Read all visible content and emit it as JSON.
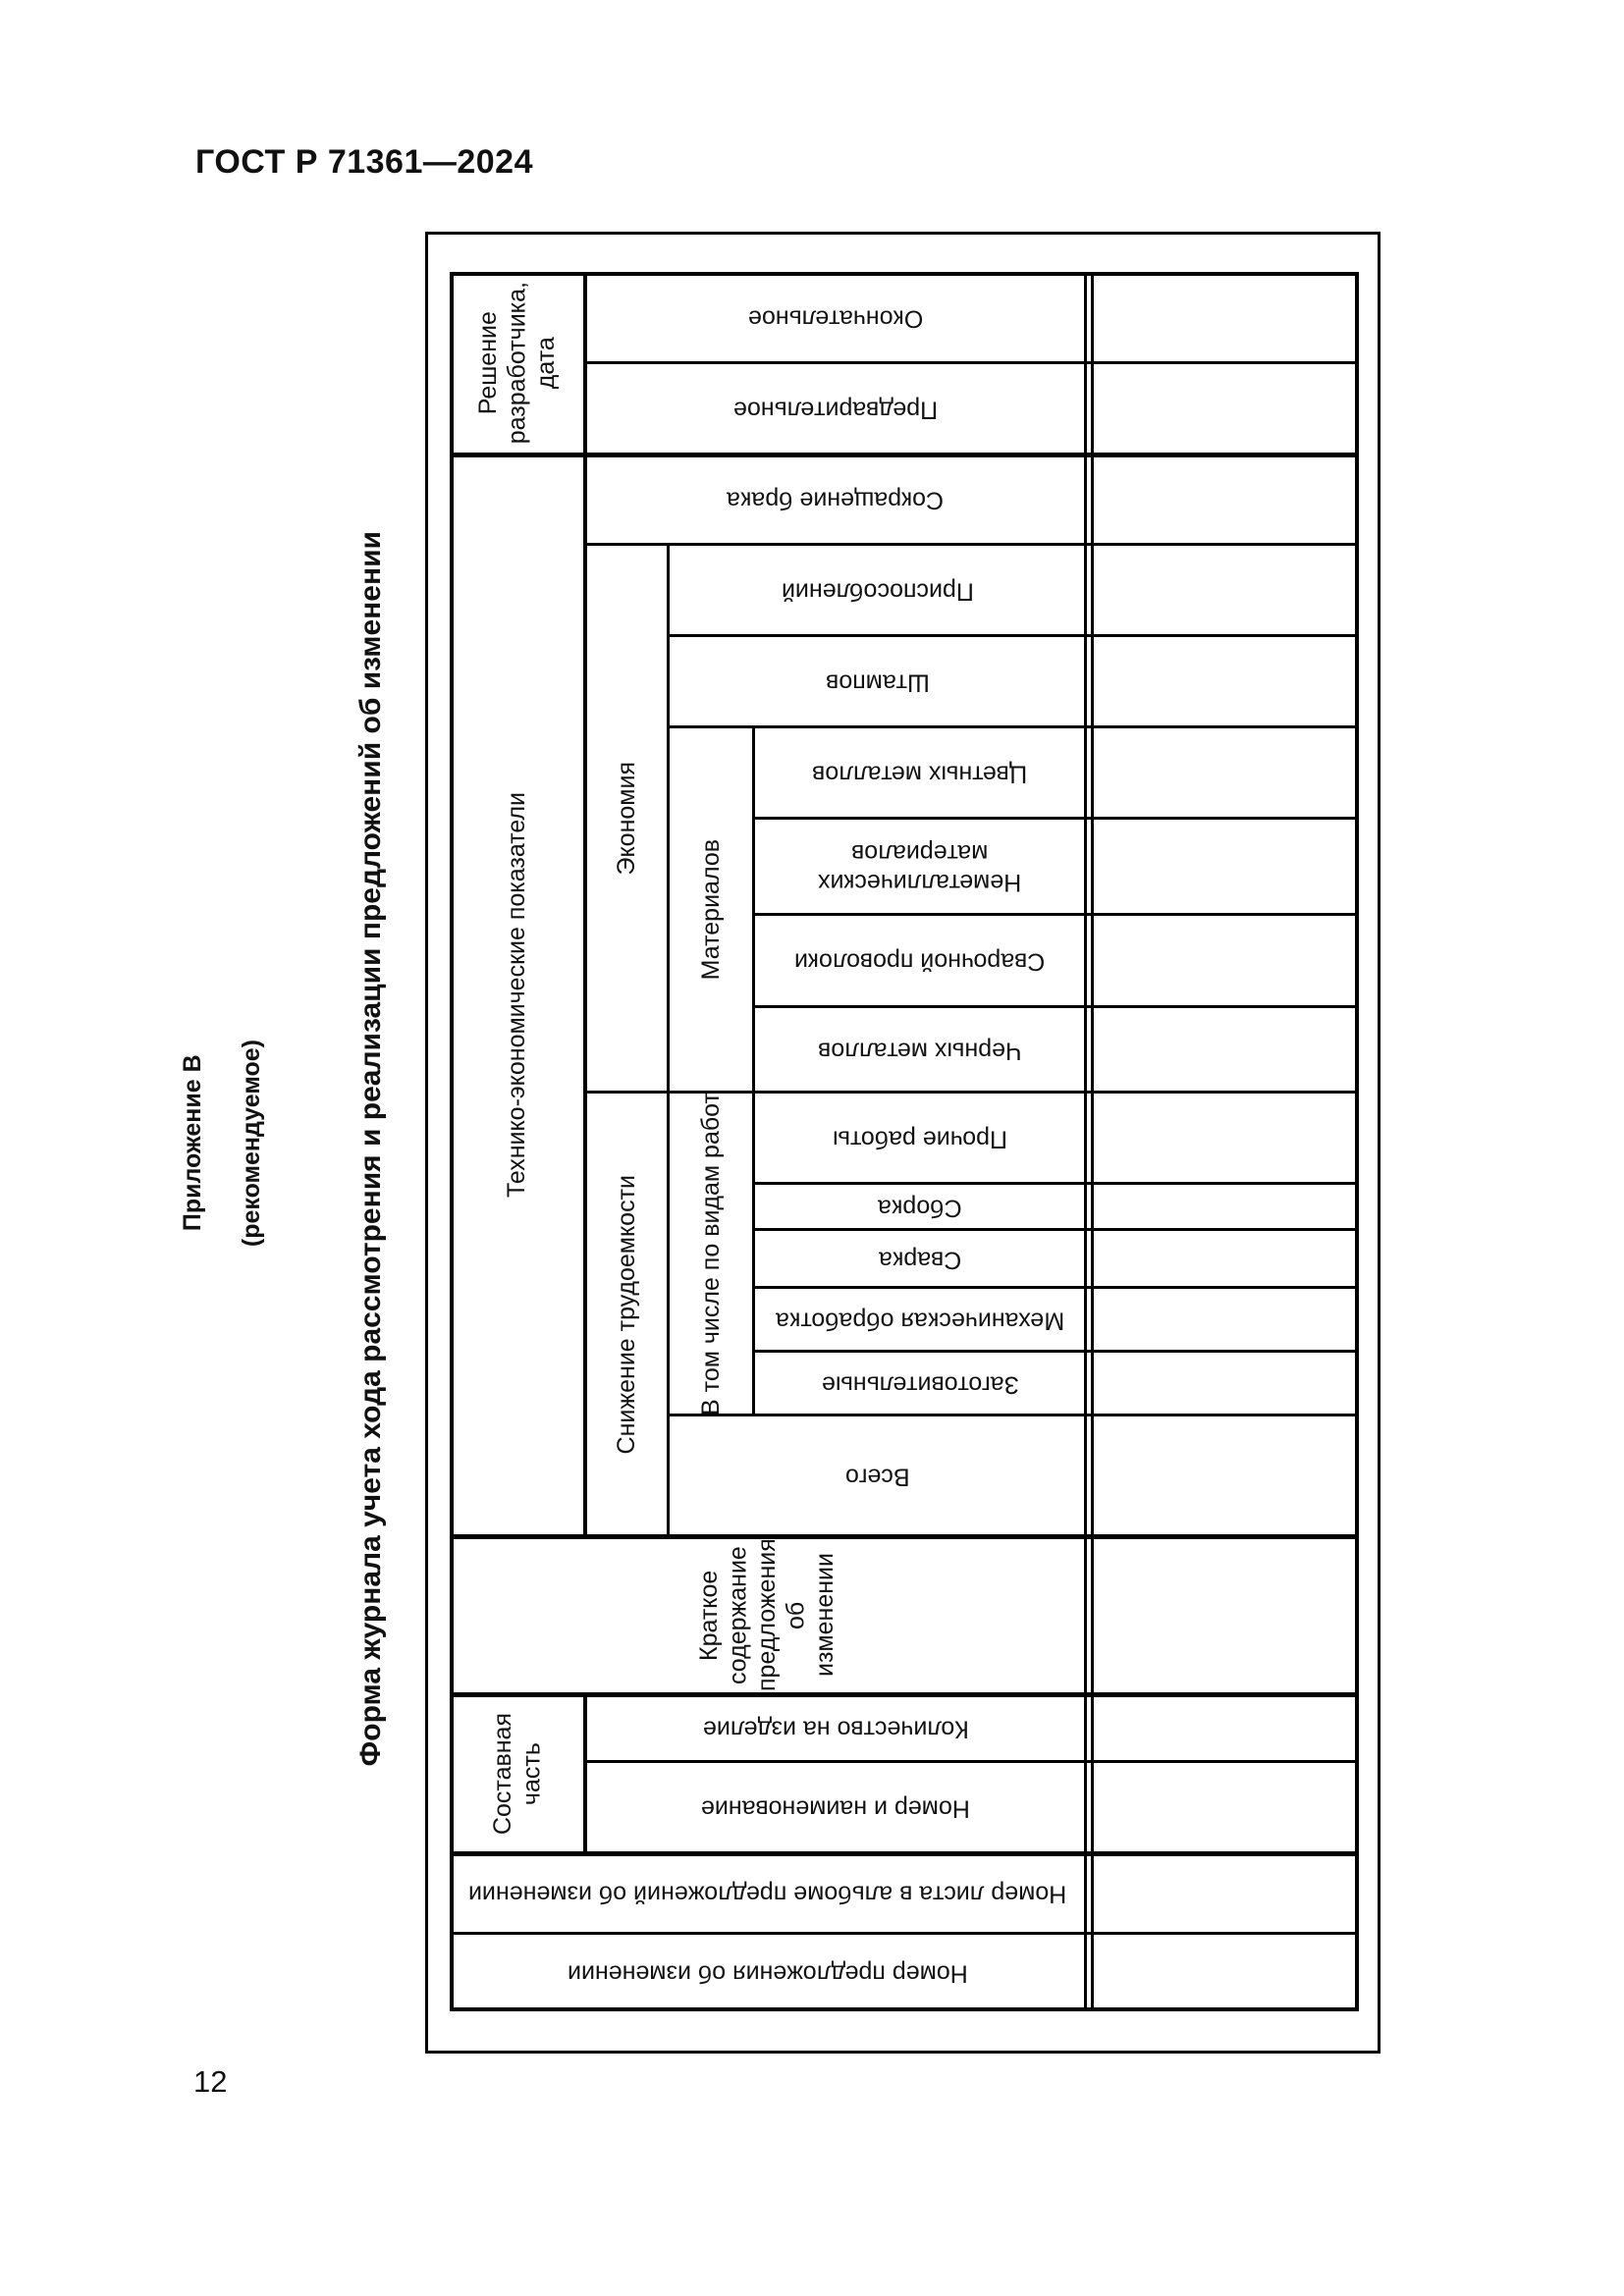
{
  "page": {
    "standard": "ГОСТ Р 71361—2024",
    "number": "12"
  },
  "appendix": {
    "label": "Приложение В",
    "type": "(рекомендуемое)"
  },
  "form_title": "Форма журнала учета хода рассмотрения и реализации предложений об изменении",
  "table": {
    "proposal_number": "Номер предложения об изменении",
    "album_sheet_number": "Номер листа в альбоме предложений об изменении",
    "component": {
      "label": "Составная\nчасть",
      "number_name": "Номер и наименование",
      "quantity_per_product": "Количество на изделие"
    },
    "summary": "Краткое\nсодержание\nпредложения об\nизменении",
    "indicators": {
      "label": "Технико-экономические показатели",
      "labor_reduction": {
        "label": "Снижение трудоемкости",
        "total": "Всего",
        "by_work_type": {
          "label": "В том числе по видам работ",
          "items": [
            "Заготовительные",
            "Механическая обработка",
            "Сварка",
            "Сборка",
            "Прочие работы"
          ]
        }
      },
      "savings": {
        "label": "Экономия",
        "materials": {
          "label": "Материалов",
          "items": [
            "Черных металлов",
            "Сварочной проволоки",
            "Неметаллических\nматериалов",
            "Цветных металлов"
          ]
        },
        "dies": "Штампов",
        "fixtures": "Приспособлений"
      },
      "defect_reduction": "Сокращение брака"
    },
    "developer_decision": {
      "label": "Решение\nразработчика,\nдата",
      "preliminary": "Предварительное",
      "final": "Окончательное"
    }
  }
}
